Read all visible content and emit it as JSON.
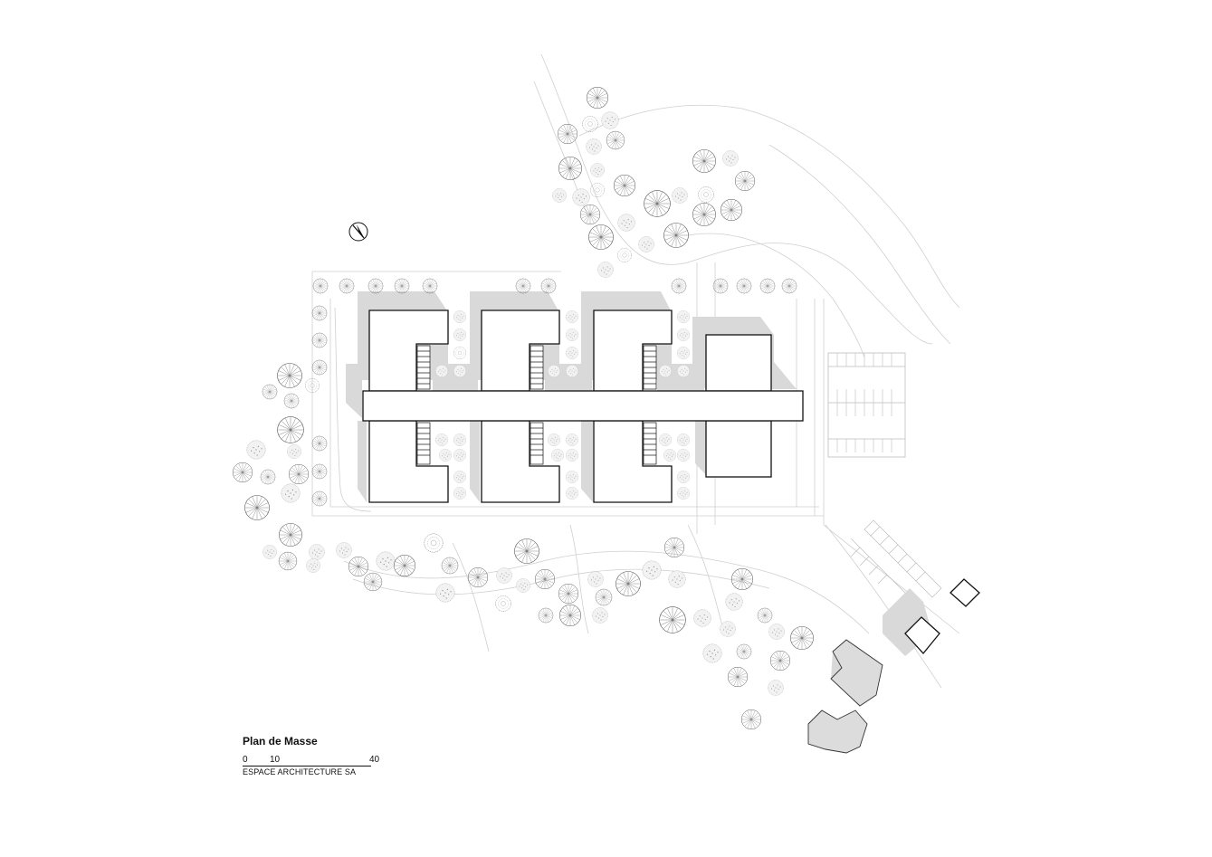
{
  "title": "Plan de Masse",
  "scale": {
    "ticks": [
      "0",
      "10",
      "40"
    ]
  },
  "credit": "ESPACE ARCHITECTURE SA",
  "colors": {
    "line": "#222222",
    "faint": "#cfcfcf",
    "shadow": "#d6d6d6",
    "tree": "#555555"
  },
  "icons": {
    "north": "north-arrow-icon"
  }
}
